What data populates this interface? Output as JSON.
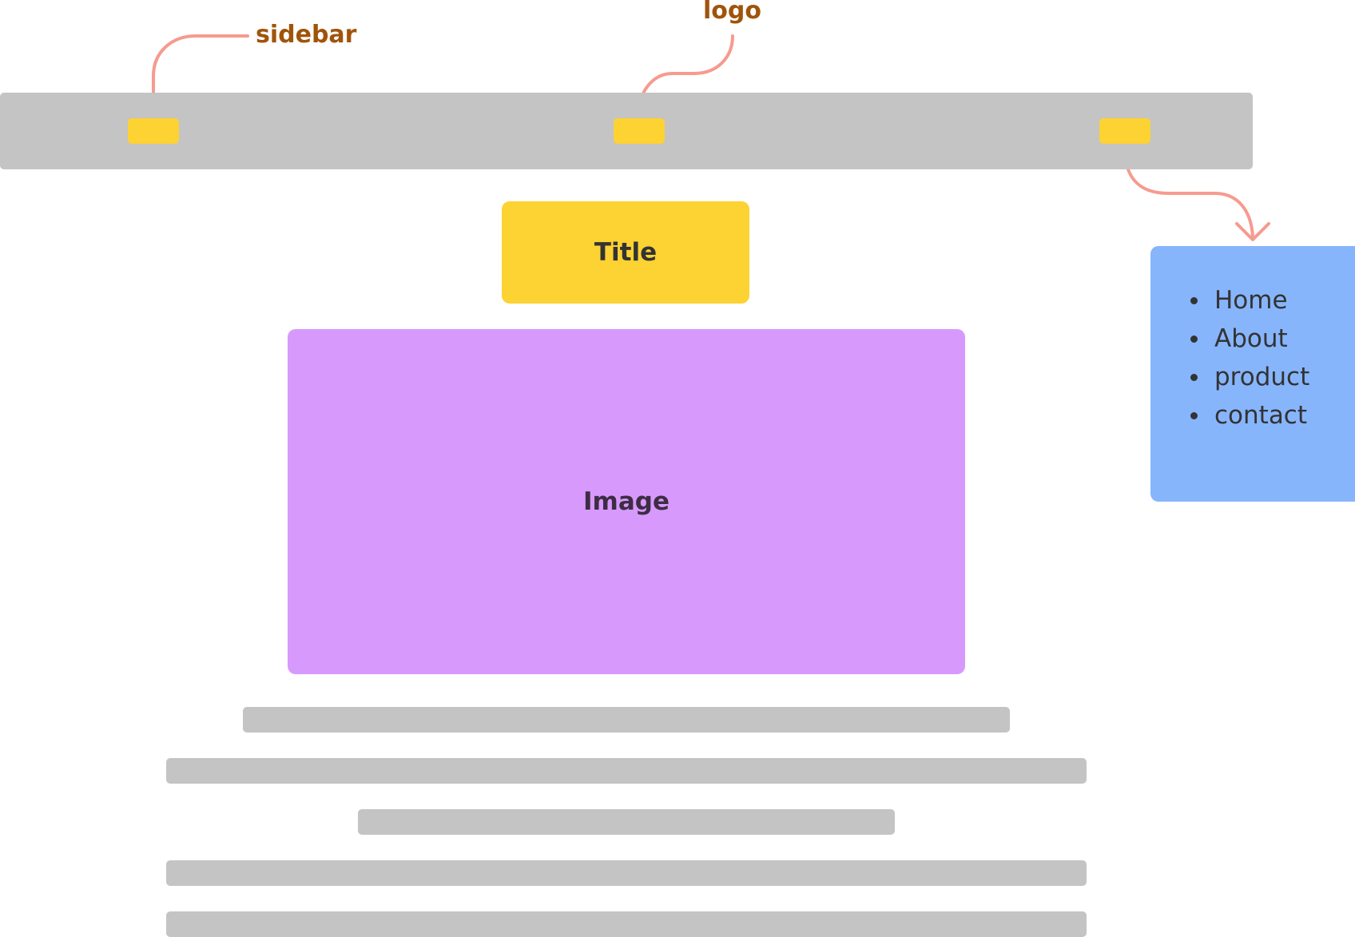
{
  "annotations": {
    "sidebar": "sidebar",
    "logo": "logo"
  },
  "title": "Title",
  "image": "Image",
  "menu": {
    "items": [
      "Home",
      "About",
      "product",
      "contact"
    ]
  },
  "colors": {
    "navbar": "#c4c4c4",
    "nav_slot": "#fdd233",
    "title_box": "#fdd233",
    "image_box": "#d899fd",
    "menu_panel": "#87b5fc",
    "text_line": "#c4c4c4",
    "annotation_text": "#a0540a",
    "connector": "#f79a8f"
  }
}
